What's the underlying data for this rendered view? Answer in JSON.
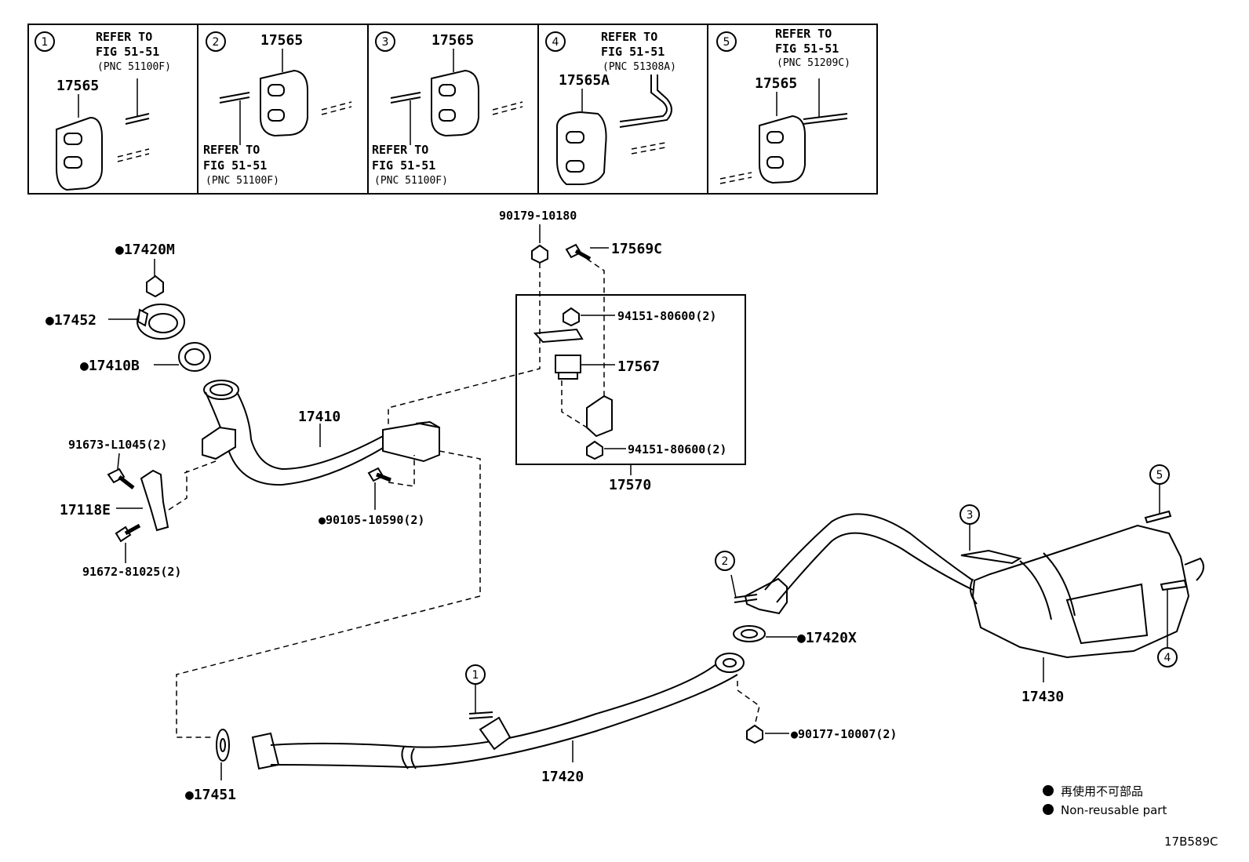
{
  "insets": [
    {
      "num": "1",
      "part": "17565",
      "ref1": "REFER TO",
      "ref2": "FIG 51-51",
      "ref3": "(PNC 51100F)"
    },
    {
      "num": "2",
      "part": "17565",
      "ref1": "REFER TO",
      "ref2": "FIG 51-51",
      "ref3": "(PNC 51100F)"
    },
    {
      "num": "3",
      "part": "17565",
      "ref1": "REFER TO",
      "ref2": "FIG 51-51",
      "ref3": "(PNC 51100F)"
    },
    {
      "num": "4",
      "part": "17565A",
      "ref1": "REFER TO",
      "ref2": "FIG 51-51",
      "ref3": "(PNC 51308A)"
    },
    {
      "num": "5",
      "part": "17565",
      "ref1": "REFER TO",
      "ref2": "FIG 51-51",
      "ref3": "(PNC 51209C)"
    }
  ],
  "parts": {
    "p17420M": "●17420M",
    "p17452": "●17452",
    "p17410B": "●17410B",
    "p17410": "17410",
    "p91673": "91673-L1045(2)",
    "p17118E": "17118E",
    "p91672": "91672-81025(2)",
    "p90105": "●90105-10590(2)",
    "p90179": "90179-10180",
    "p17569C": "17569C",
    "p94151a": "94151-80600(2)",
    "p17567": "17567",
    "p94151b": "94151-80600(2)",
    "p17570": "17570",
    "p17420X": "●17420X",
    "p90177": "●90177-10007(2)",
    "p17420": "17420",
    "p17451": "●17451",
    "p17430": "17430"
  },
  "callouts": {
    "c1": "1",
    "c2": "2",
    "c3": "3",
    "c4": "4",
    "c5": "5"
  },
  "legend": {
    "jp": "再使用不可部品",
    "en": "Non-reusable part"
  },
  "figure_code": "17B589C"
}
